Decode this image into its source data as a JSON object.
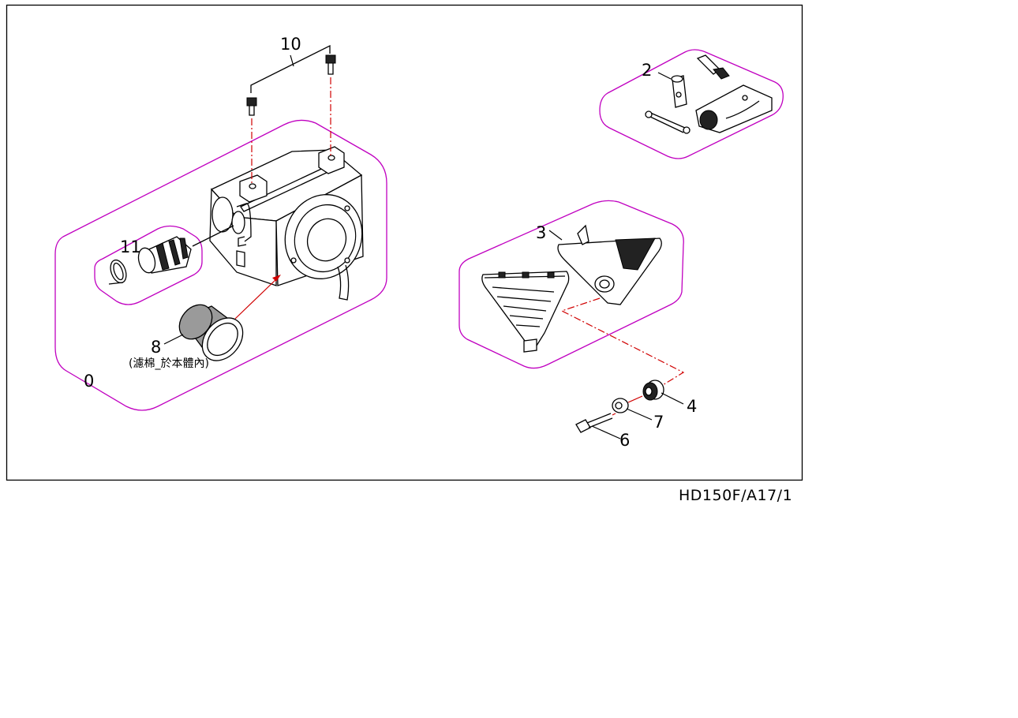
{
  "parts": {
    "p0": "0",
    "p2": "2",
    "p3": "3",
    "p4": "4",
    "p6": "6",
    "p7": "7",
    "p8": "8",
    "p10": "10",
    "p11": "11"
  },
  "notes": {
    "filter_note": "(濾棉_於本體內)"
  },
  "footer": {
    "code": "HD150F/A17/1"
  },
  "colors": {
    "group_outline": "#c000c0",
    "leader_red": "#d00000",
    "frame": "#000000"
  }
}
